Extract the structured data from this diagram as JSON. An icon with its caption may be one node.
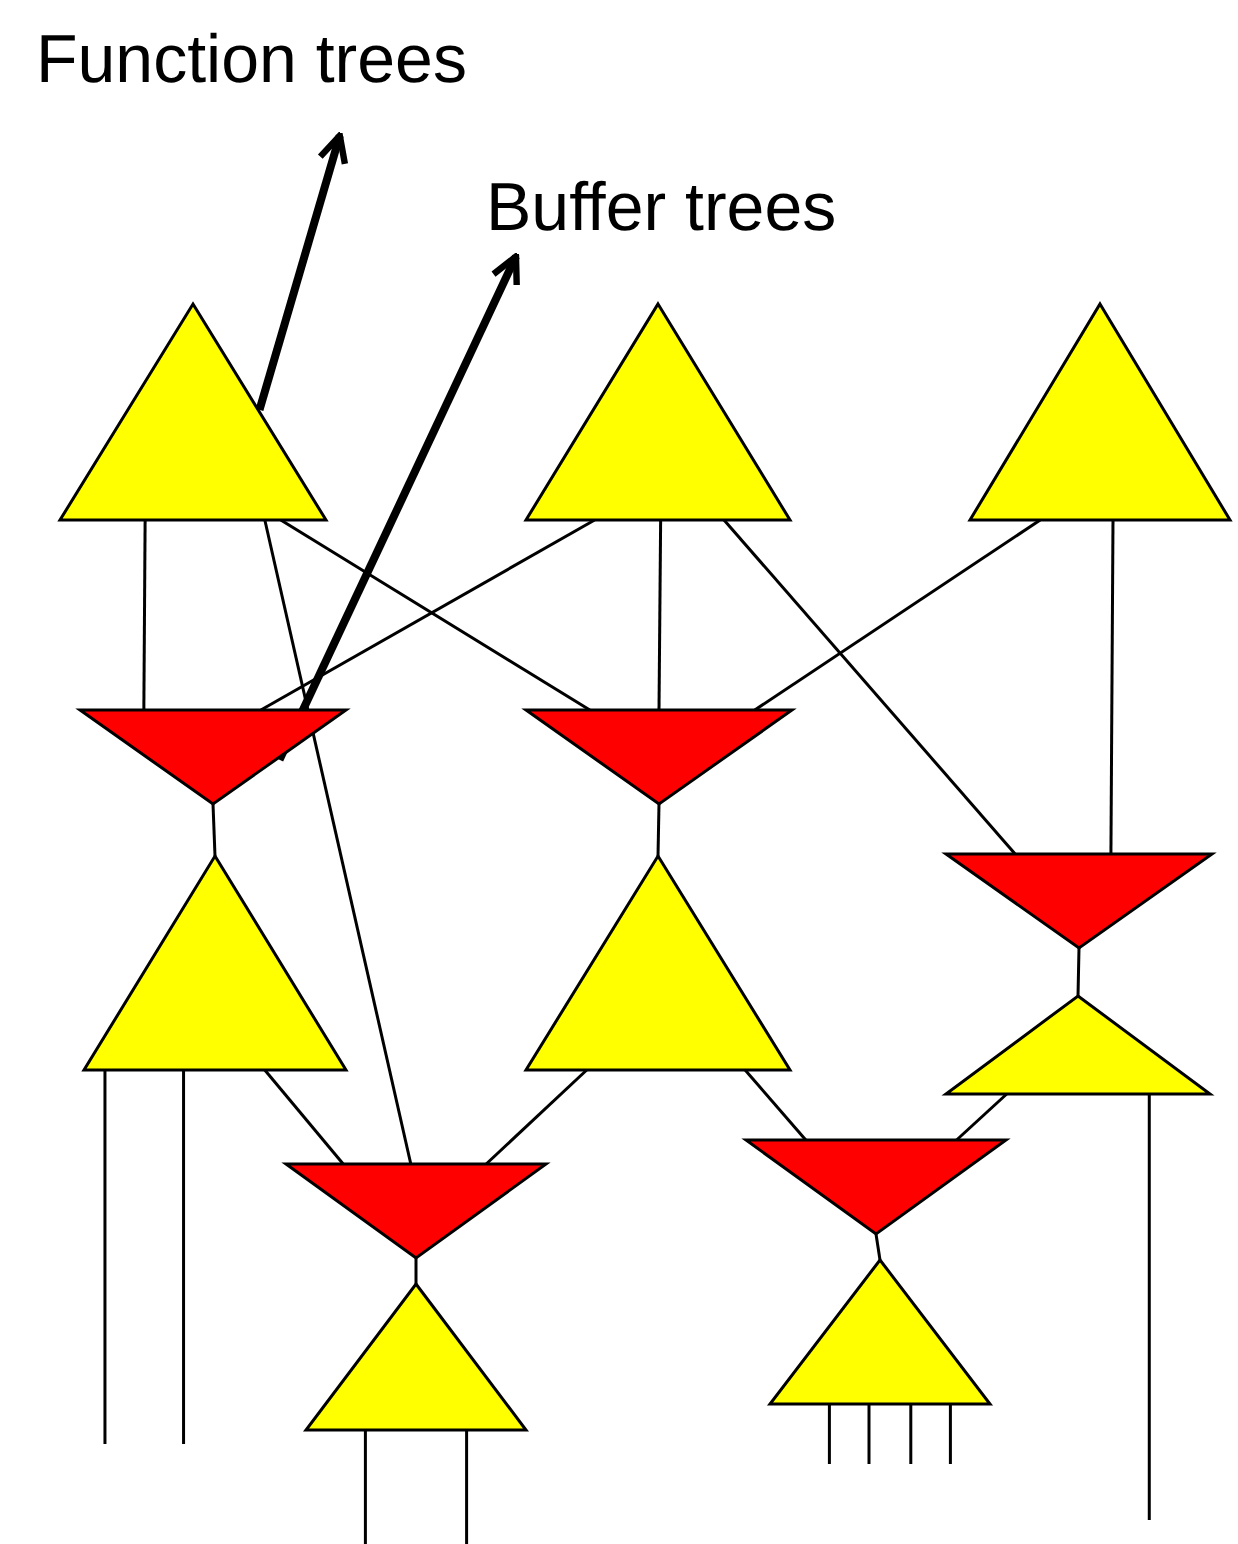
{
  "diagram": {
    "nodes": [
      {
        "text": [
          "Function trees"
        ]
      },
      {
        "text": [
          "Buffer trees"
        ]
      },
      {
        "text": [],
        "shape": "triangle"
      },
      {
        "text": [],
        "shape": "triangle"
      },
      {
        "text": [],
        "shape": "triangle"
      },
      {
        "text": [],
        "shape": "triangle"
      },
      {
        "text": [],
        "shape": "triangle"
      },
      {
        "text": [],
        "shape": "triangle"
      },
      {
        "text": [],
        "shape": "triangle"
      },
      {
        "text": [],
        "shape": "triangle"
      },
      {
        "text": [],
        "shape": "triangle"
      },
      {
        "text": [],
        "shape": "triangle"
      },
      {
        "text": [],
        "shape": "triangle"
      },
      {
        "text": [],
        "shape": "triangle"
      },
      {
        "text": [],
        "shape": "triangle"
      }
    ],
    "edges": [
      {
        "from": 2,
        "to": 0,
        "arrow": "to",
        "style": "thick"
      },
      {
        "from": 5,
        "to": 1,
        "arrow": "to",
        "style": "thick"
      },
      {
        "from": 2,
        "to": 5,
        "arrow": "none"
      },
      {
        "from": 2,
        "to": 6,
        "arrow": "none"
      },
      {
        "from": 2,
        "to": 11,
        "arrow": "none"
      },
      {
        "from": 3,
        "to": 5,
        "arrow": "none"
      },
      {
        "from": 3,
        "to": 6,
        "arrow": "none"
      },
      {
        "from": 3,
        "to": 7,
        "arrow": "none"
      },
      {
        "from": 4,
        "to": 6,
        "arrow": "none"
      },
      {
        "from": 4,
        "to": 7,
        "arrow": "none"
      },
      {
        "from": 5,
        "to": 8,
        "arrow": "none"
      },
      {
        "from": 6,
        "to": 9,
        "arrow": "none"
      },
      {
        "from": 7,
        "to": 10,
        "arrow": "none"
      },
      {
        "from": 8,
        "to": 11,
        "arrow": "none"
      },
      {
        "from": 9,
        "to": 11,
        "arrow": "none"
      },
      {
        "from": 9,
        "to": 12,
        "arrow": "none"
      },
      {
        "from": 10,
        "to": 12,
        "arrow": "none"
      },
      {
        "from": 11,
        "to": 13,
        "arrow": "none"
      },
      {
        "from": 12,
        "to": 14,
        "arrow": "none"
      },
      {
        "from": 8,
        "to": null,
        "arrow": "none"
      },
      {
        "from": 8,
        "to": null,
        "arrow": "none"
      },
      {
        "from": 13,
        "to": null,
        "arrow": "none"
      },
      {
        "from": 13,
        "to": null,
        "arrow": "none"
      },
      {
        "from": 14,
        "to": null,
        "arrow": "none"
      },
      {
        "from": 14,
        "to": null,
        "arrow": "none"
      },
      {
        "from": 14,
        "to": null,
        "arrow": "none"
      },
      {
        "from": 14,
        "to": null,
        "arrow": "none"
      },
      {
        "from": 10,
        "to": null,
        "arrow": "none"
      }
    ]
  }
}
